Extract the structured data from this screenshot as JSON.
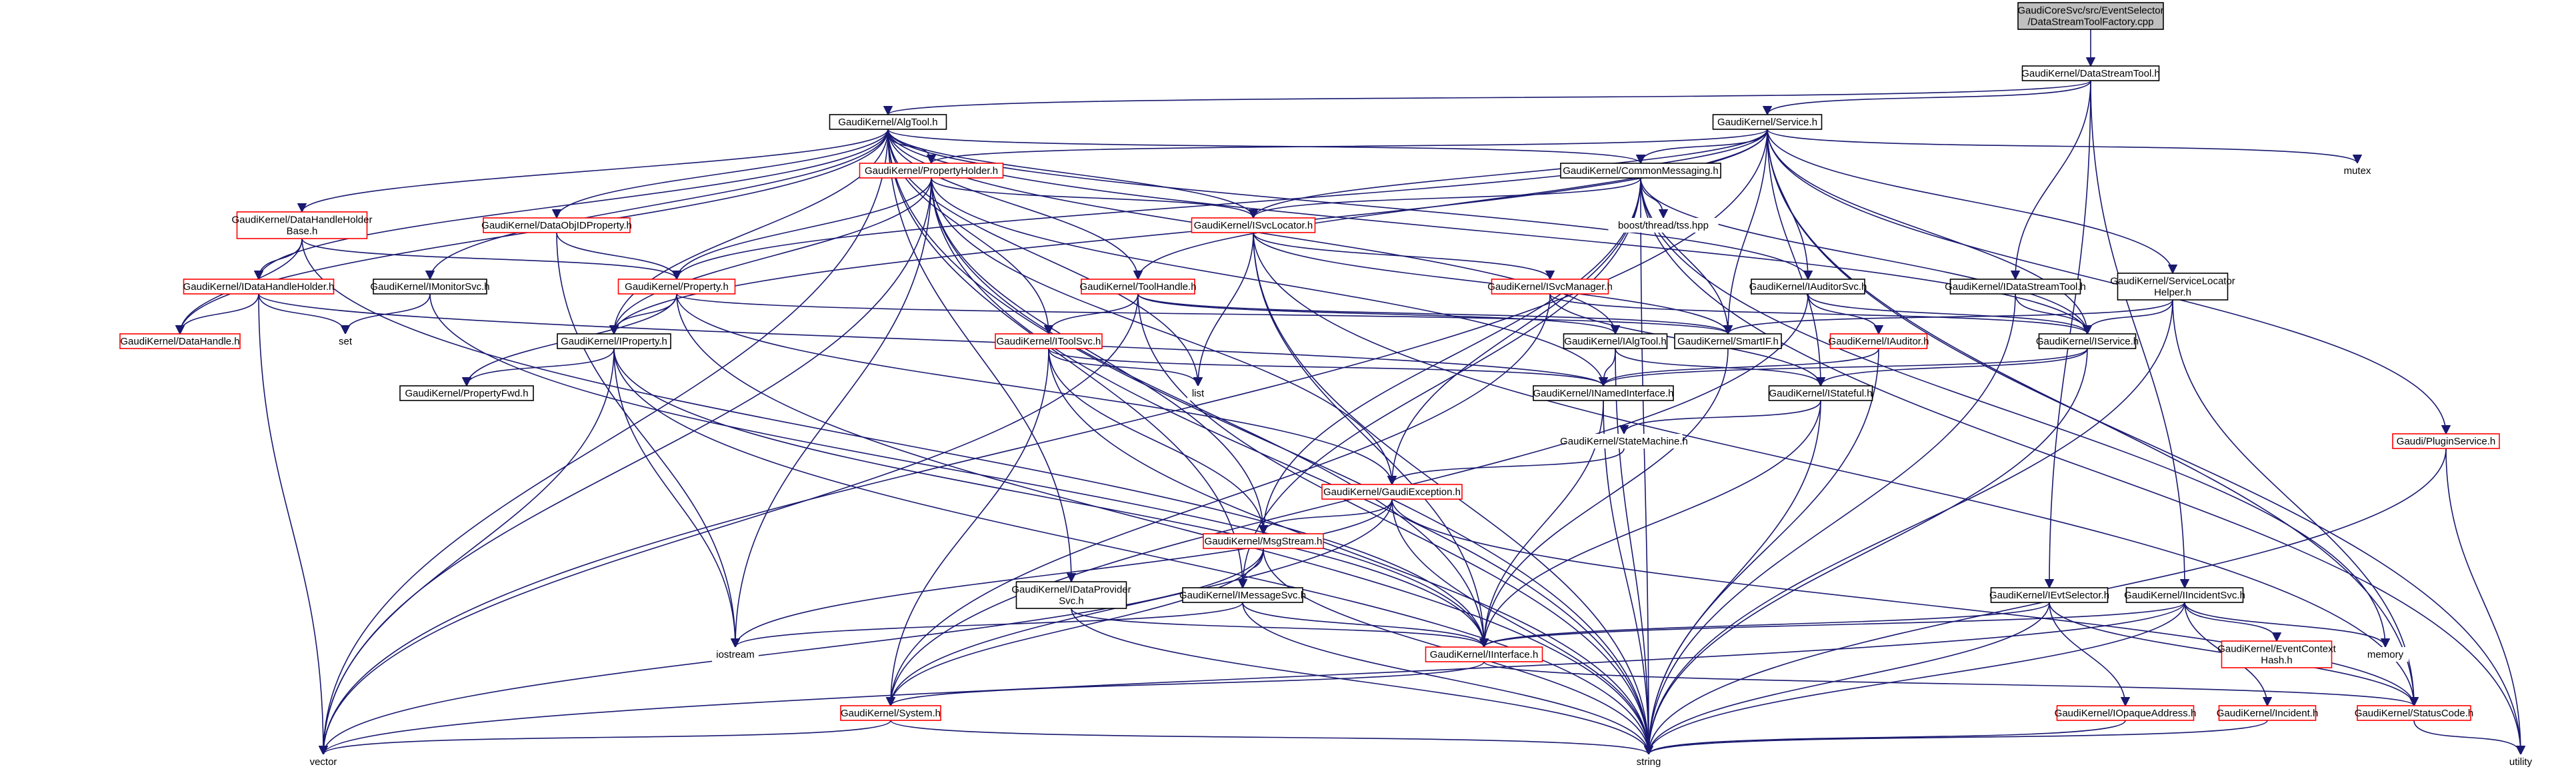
{
  "diagram": {
    "title": "",
    "colors": {
      "edge": "#191970",
      "node_border_default": "#000000",
      "node_border_red": "#ff0000",
      "root_fill": "#bfbfbf",
      "node_fill": "#ffffff"
    },
    "nodes": [
      {
        "id": "root",
        "lines": [
          "GaudiCoreSvc/src/EventSelector",
          "/DataStreamToolFactory.cpp"
        ],
        "style": "root"
      },
      {
        "id": "dst",
        "lines": [
          "GaudiKernel/DataStreamTool.h"
        ],
        "style": "black"
      },
      {
        "id": "algtool",
        "lines": [
          "GaudiKernel/AlgTool.h"
        ],
        "style": "black"
      },
      {
        "id": "service",
        "lines": [
          "GaudiKernel/Service.h"
        ],
        "style": "black"
      },
      {
        "id": "propholder",
        "lines": [
          "GaudiKernel/PropertyHolder.h"
        ],
        "style": "red"
      },
      {
        "id": "commonmsg",
        "lines": [
          "GaudiKernel/CommonMessaging.h"
        ],
        "style": "black"
      },
      {
        "id": "mutex",
        "lines": [
          "mutex"
        ],
        "style": "plain"
      },
      {
        "id": "dhhbase",
        "lines": [
          "GaudiKernel/DataHandleHolder",
          "Base.h"
        ],
        "style": "red"
      },
      {
        "id": "dataobjid",
        "lines": [
          "GaudiKernel/DataObjIDProperty.h"
        ],
        "style": "red"
      },
      {
        "id": "isvcloc",
        "lines": [
          "GaudiKernel/ISvcLocator.h"
        ],
        "style": "red"
      },
      {
        "id": "tss",
        "lines": [
          "boost/thread/tss.hpp"
        ],
        "style": "plain"
      },
      {
        "id": "idhholder",
        "lines": [
          "GaudiKernel/IDataHandleHolder.h"
        ],
        "style": "red"
      },
      {
        "id": "imonitor",
        "lines": [
          "GaudiKernel/IMonitorSvc.h"
        ],
        "style": "black"
      },
      {
        "id": "property",
        "lines": [
          "GaudiKernel/Property.h"
        ],
        "style": "red"
      },
      {
        "id": "toolhandle",
        "lines": [
          "GaudiKernel/ToolHandle.h"
        ],
        "style": "red"
      },
      {
        "id": "isvcmgr",
        "lines": [
          "GaudiKernel/ISvcManager.h"
        ],
        "style": "red"
      },
      {
        "id": "iauditorsvc",
        "lines": [
          "GaudiKernel/IAuditorSvc.h"
        ],
        "style": "black"
      },
      {
        "id": "idst",
        "lines": [
          "GaudiKernel/IDataStreamTool.h"
        ],
        "style": "black"
      },
      {
        "id": "svclochelper",
        "lines": [
          "GaudiKernel/ServiceLocator",
          "Helper.h"
        ],
        "style": "black"
      },
      {
        "id": "datahandle",
        "lines": [
          "GaudiKernel/DataHandle.h"
        ],
        "style": "red"
      },
      {
        "id": "set",
        "lines": [
          "set"
        ],
        "style": "plain"
      },
      {
        "id": "iproperty",
        "lines": [
          "GaudiKernel/IProperty.h"
        ],
        "style": "black"
      },
      {
        "id": "itoolsvc",
        "lines": [
          "GaudiKernel/IToolSvc.h"
        ],
        "style": "red"
      },
      {
        "id": "ialgtool",
        "lines": [
          "GaudiKernel/IAlgTool.h"
        ],
        "style": "black"
      },
      {
        "id": "smartif",
        "lines": [
          "GaudiKernel/SmartIF.h"
        ],
        "style": "black"
      },
      {
        "id": "iauditor",
        "lines": [
          "GaudiKernel/IAuditor.h"
        ],
        "style": "red"
      },
      {
        "id": "iservice",
        "lines": [
          "GaudiKernel/IService.h"
        ],
        "style": "black"
      },
      {
        "id": "propfwd",
        "lines": [
          "GaudiKernel/PropertyFwd.h"
        ],
        "style": "black"
      },
      {
        "id": "list",
        "lines": [
          "list"
        ],
        "style": "plain"
      },
      {
        "id": "inamed",
        "lines": [
          "GaudiKernel/INamedInterface.h"
        ],
        "style": "black"
      },
      {
        "id": "istateful",
        "lines": [
          "GaudiKernel/IStateful.h"
        ],
        "style": "black"
      },
      {
        "id": "statemachine",
        "lines": [
          "GaudiKernel/StateMachine.h"
        ],
        "style": "plain"
      },
      {
        "id": "pluginsvc",
        "lines": [
          "Gaudi/PluginService.h"
        ],
        "style": "red"
      },
      {
        "id": "gaudiexc",
        "lines": [
          "GaudiKernel/GaudiException.h"
        ],
        "style": "red"
      },
      {
        "id": "msgstream",
        "lines": [
          "GaudiKernel/MsgStream.h"
        ],
        "style": "red"
      },
      {
        "id": "idataprov",
        "lines": [
          "GaudiKernel/IDataProvider",
          "Svc.h"
        ],
        "style": "black"
      },
      {
        "id": "imessagesvc",
        "lines": [
          "GaudiKernel/IMessageSvc.h"
        ],
        "style": "black"
      },
      {
        "id": "ievtsel",
        "lines": [
          "GaudiKernel/IEvtSelector.h"
        ],
        "style": "black"
      },
      {
        "id": "iincidentsvc",
        "lines": [
          "GaudiKernel/IIncidentSvc.h"
        ],
        "style": "black"
      },
      {
        "id": "iostream",
        "lines": [
          "iostream"
        ],
        "style": "plain"
      },
      {
        "id": "iinterface",
        "lines": [
          "GaudiKernel/IInterface.h"
        ],
        "style": "red"
      },
      {
        "id": "evtctx",
        "lines": [
          "GaudiKernel/EventContext",
          "Hash.h"
        ],
        "style": "red"
      },
      {
        "id": "memory",
        "lines": [
          "memory"
        ],
        "style": "plain"
      },
      {
        "id": "system",
        "lines": [
          "GaudiKernel/System.h"
        ],
        "style": "red"
      },
      {
        "id": "iopaque",
        "lines": [
          "GaudiKernel/IOpaqueAddress.h"
        ],
        "style": "red"
      },
      {
        "id": "incident",
        "lines": [
          "GaudiKernel/Incident.h"
        ],
        "style": "red"
      },
      {
        "id": "statuscode",
        "lines": [
          "GaudiKernel/StatusCode.h"
        ],
        "style": "red"
      },
      {
        "id": "vector",
        "lines": [
          "vector"
        ],
        "style": "plain"
      },
      {
        "id": "string",
        "lines": [
          "string"
        ],
        "style": "plain"
      },
      {
        "id": "utility",
        "lines": [
          "utility"
        ],
        "style": "plain"
      }
    ],
    "edges": [
      [
        "root",
        "dst"
      ],
      [
        "dst",
        "algtool"
      ],
      [
        "dst",
        "service"
      ],
      [
        "dst",
        "idst"
      ],
      [
        "dst",
        "ievtsel"
      ],
      [
        "dst",
        "iincidentsvc"
      ],
      [
        "algtool",
        "propholder"
      ],
      [
        "algtool",
        "commonmsg"
      ],
      [
        "algtool",
        "dhhbase"
      ],
      [
        "algtool",
        "dataobjid"
      ],
      [
        "algtool",
        "isvcloc"
      ],
      [
        "algtool",
        "idhholder"
      ],
      [
        "algtool",
        "imonitor"
      ],
      [
        "algtool",
        "toolhandle"
      ],
      [
        "algtool",
        "iauditorsvc"
      ],
      [
        "algtool",
        "datahandle"
      ],
      [
        "algtool",
        "iproperty"
      ],
      [
        "algtool",
        "itoolsvc"
      ],
      [
        "algtool",
        "ialgtool"
      ],
      [
        "algtool",
        "iservice"
      ],
      [
        "algtool",
        "list"
      ],
      [
        "algtool",
        "idataprov"
      ],
      [
        "algtool",
        "imessagesvc"
      ],
      [
        "algtool",
        "vector"
      ],
      [
        "algtool",
        "string"
      ],
      [
        "service",
        "propholder"
      ],
      [
        "service",
        "commonmsg"
      ],
      [
        "service",
        "mutex"
      ],
      [
        "service",
        "isvcloc"
      ],
      [
        "service",
        "svclochelper"
      ],
      [
        "service",
        "property"
      ],
      [
        "service",
        "toolhandle"
      ],
      [
        "service",
        "iauditorsvc"
      ],
      [
        "service",
        "pluginsvc"
      ],
      [
        "service",
        "iservice"
      ],
      [
        "service",
        "smartif"
      ],
      [
        "service",
        "istateful"
      ],
      [
        "service",
        "iproperty"
      ],
      [
        "service",
        "statuscode"
      ],
      [
        "service",
        "utility"
      ],
      [
        "service",
        "vector"
      ],
      [
        "propholder",
        "property"
      ],
      [
        "propholder",
        "iproperty"
      ],
      [
        "propholder",
        "isvcloc"
      ],
      [
        "propholder",
        "inamed"
      ],
      [
        "propholder",
        "gaudiexc"
      ],
      [
        "propholder",
        "msgstream"
      ],
      [
        "propholder",
        "iostream"
      ],
      [
        "propholder",
        "string"
      ],
      [
        "propholder",
        "vector"
      ],
      [
        "propholder",
        "iinterface"
      ],
      [
        "commonmsg",
        "isvcloc"
      ],
      [
        "commonmsg",
        "tss"
      ],
      [
        "commonmsg",
        "msgstream"
      ],
      [
        "commonmsg",
        "imessagesvc"
      ],
      [
        "commonmsg",
        "gaudiexc"
      ],
      [
        "commonmsg",
        "smartif"
      ],
      [
        "commonmsg",
        "iservice"
      ],
      [
        "commonmsg",
        "memory"
      ],
      [
        "commonmsg",
        "utility"
      ],
      [
        "commonmsg",
        "string"
      ],
      [
        "dhhbase",
        "idhholder"
      ],
      [
        "dhhbase",
        "datahandle"
      ],
      [
        "dhhbase",
        "iinterface"
      ],
      [
        "dhhbase",
        "property"
      ],
      [
        "dataobjid",
        "property"
      ],
      [
        "dataobjid",
        "iostream"
      ],
      [
        "isvcloc",
        "isvcmgr"
      ],
      [
        "isvcloc",
        "smartif"
      ],
      [
        "isvcloc",
        "iinterface"
      ],
      [
        "isvcloc",
        "list"
      ],
      [
        "isvcloc",
        "string"
      ],
      [
        "isvcloc",
        "statuscode"
      ],
      [
        "idhholder",
        "datahandle"
      ],
      [
        "idhholder",
        "set"
      ],
      [
        "idhholder",
        "vector"
      ],
      [
        "idhholder",
        "inamed"
      ],
      [
        "imonitor",
        "set"
      ],
      [
        "imonitor",
        "iinterface"
      ],
      [
        "property",
        "iproperty"
      ],
      [
        "property",
        "propfwd"
      ],
      [
        "property",
        "smartif"
      ],
      [
        "property",
        "gaudiexc"
      ],
      [
        "property",
        "string"
      ],
      [
        "toolhandle",
        "itoolsvc"
      ],
      [
        "toolhandle",
        "ialgtool"
      ],
      [
        "toolhandle",
        "string"
      ],
      [
        "toolhandle",
        "vector"
      ],
      [
        "toolhandle",
        "smartif"
      ],
      [
        "isvcmgr",
        "iservice"
      ],
      [
        "isvcmgr",
        "istateful"
      ],
      [
        "isvcmgr",
        "system"
      ],
      [
        "iauditorsvc",
        "iauditor"
      ],
      [
        "iauditorsvc",
        "iservice"
      ],
      [
        "iauditorsvc",
        "system"
      ],
      [
        "idst",
        "iservice"
      ],
      [
        "idst",
        "string"
      ],
      [
        "svclochelper",
        "smartif"
      ],
      [
        "svclochelper",
        "iservice"
      ],
      [
        "svclochelper",
        "string"
      ],
      [
        "svclochelper",
        "statuscode"
      ],
      [
        "iproperty",
        "propfwd"
      ],
      [
        "iproperty",
        "iinterface"
      ],
      [
        "iproperty",
        "iostream"
      ],
      [
        "iproperty",
        "vector"
      ],
      [
        "iproperty",
        "string"
      ],
      [
        "itoolsvc",
        "list"
      ],
      [
        "itoolsvc",
        "inamed"
      ],
      [
        "itoolsvc",
        "system"
      ],
      [
        "itoolsvc",
        "string"
      ],
      [
        "itoolsvc",
        "msgstream"
      ],
      [
        "ialgtool",
        "inamed"
      ],
      [
        "ialgtool",
        "istateful"
      ],
      [
        "ialgtool",
        "string"
      ],
      [
        "smartif",
        "iinterface"
      ],
      [
        "iauditor",
        "inamed"
      ],
      [
        "iauditor",
        "string"
      ],
      [
        "iservice",
        "istateful"
      ],
      [
        "iservice",
        "inamed"
      ],
      [
        "iservice",
        "string"
      ],
      [
        "inamed",
        "iinterface"
      ],
      [
        "inamed",
        "string"
      ],
      [
        "istateful",
        "statemachine"
      ],
      [
        "istateful",
        "iinterface"
      ],
      [
        "istateful",
        "string"
      ],
      [
        "statemachine",
        "gaudiexc"
      ],
      [
        "pluginsvc",
        "string"
      ],
      [
        "pluginsvc",
        "utility"
      ],
      [
        "gaudiexc",
        "msgstream"
      ],
      [
        "gaudiexc",
        "iostream"
      ],
      [
        "gaudiexc",
        "statuscode"
      ],
      [
        "gaudiexc",
        "string"
      ],
      [
        "gaudiexc",
        "system"
      ],
      [
        "msgstream",
        "imessagesvc"
      ],
      [
        "msgstream",
        "system"
      ],
      [
        "msgstream",
        "string"
      ],
      [
        "msgstream",
        "vector"
      ],
      [
        "idataprov",
        "iinterface"
      ],
      [
        "idataprov",
        "string"
      ],
      [
        "imessagesvc",
        "iinterface"
      ],
      [
        "imessagesvc",
        "iostream"
      ],
      [
        "imessagesvc",
        "string"
      ],
      [
        "ievtsel",
        "iinterface"
      ],
      [
        "ievtsel",
        "iopaque"
      ],
      [
        "ievtsel",
        "string"
      ],
      [
        "ievtsel",
        "statuscode"
      ],
      [
        "iincidentsvc",
        "iinterface"
      ],
      [
        "iincidentsvc",
        "evtctx"
      ],
      [
        "iincidentsvc",
        "memory"
      ],
      [
        "iincidentsvc",
        "incident"
      ],
      [
        "iincidentsvc",
        "vector"
      ],
      [
        "iincidentsvc",
        "string"
      ],
      [
        "iinterface",
        "system"
      ],
      [
        "iinterface",
        "statuscode"
      ],
      [
        "system",
        "vector"
      ],
      [
        "system",
        "string"
      ],
      [
        "iopaque",
        "string"
      ],
      [
        "incident",
        "string"
      ],
      [
        "statuscode",
        "utility"
      ]
    ]
  }
}
